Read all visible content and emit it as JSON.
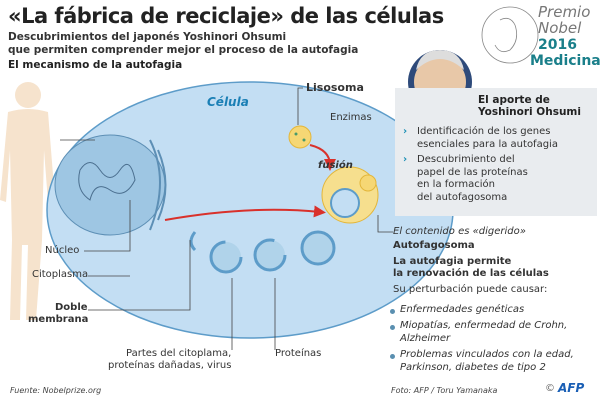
{
  "header": {
    "title": "«La fábrica de reciclaje» de las células",
    "subtitle_1": "Descubrimientos del japonés Yoshinori Ohsumi",
    "subtitle_2": "que permiten comprender mejor el proceso de la autofagia",
    "section": "El mecanismo de la autofagia"
  },
  "logo": {
    "line1": "Premio",
    "line2": "Nobel",
    "year": "2016",
    "category": "Medicina"
  },
  "diagram": {
    "cell": "Célula",
    "lysosome": "Lisosoma",
    "enzymes": "Enzimas",
    "fusion": "fusión",
    "nucleus": "Núcleo",
    "cytoplasm": "Citoplasma",
    "double_membrane_1": "Doble",
    "double_membrane_2": "membrana",
    "parts_1": "Partes del citoplama,",
    "parts_2": "proteínas dañadas, virus",
    "proteins": "Proteínas",
    "digested": "El contenido es «digerido»",
    "autophagosome": "Autofagosoma"
  },
  "panel": {
    "title_1": "El aporte de",
    "title_2": "Yoshinori Ohsumi",
    "items": [
      {
        "l1": "Identificación de los genes",
        "l2": "esenciales para la autofagia"
      },
      {
        "l1": "Descubrimiento del",
        "l2": "papel de las proteínas",
        "l3": "en la formación",
        "l4": "del autofagosoma"
      }
    ]
  },
  "info": {
    "heading_1": "La autofagia permite",
    "heading_2": "la renovación de las células",
    "intro": "Su perturbación puede causar:",
    "bullets": [
      {
        "l1": "Enfermedades genéticas"
      },
      {
        "l1": "Miopatías, enfermedad de Crohn,",
        "l2": "Alzheimer"
      },
      {
        "l1": "Problemas vinculados con la edad,",
        "l2": "Parkinson, diabetes de tipo 2"
      }
    ]
  },
  "footer": {
    "source": "Fuente: Nobelprize.org",
    "photo": "Foto: AFP / Toru Yamanaka",
    "agency": "AFP",
    "copyright": "©"
  },
  "colors": {
    "accent": "#1a8fb5",
    "cell": "#bcdcf2",
    "logo": "#1a7f8a",
    "arrow": "#d9312b"
  }
}
